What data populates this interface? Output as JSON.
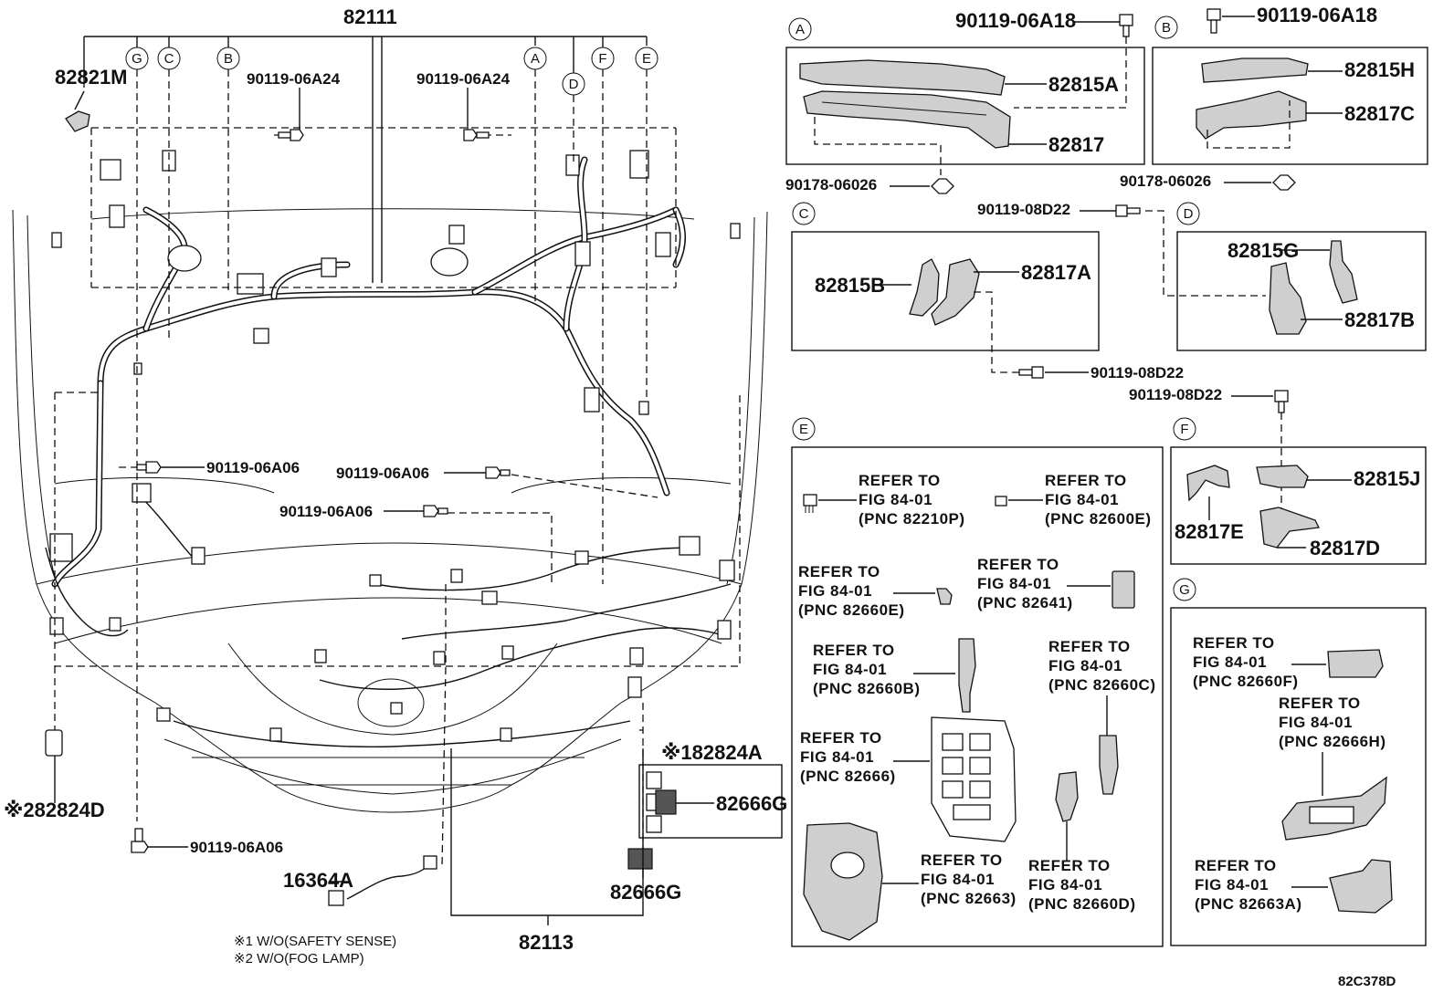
{
  "main": {
    "callouts": {
      "harness_main": "82111",
      "harness_front": "82113",
      "p82821M": "82821M",
      "p82824D": "※282824D",
      "p82824A": "※182824A",
      "p82666G_a": "82666G",
      "p82666G_b": "82666G",
      "p16364A": "16364A",
      "b_a24_left": "90119-06A24",
      "b_a24_right": "90119-06A24",
      "b_a06_1": "90119-06A06",
      "b_a06_2": "90119-06A06",
      "b_a06_3": "90119-06A06",
      "b_a06_4": "90119-06A06"
    },
    "circle_letters": [
      "G",
      "C",
      "B",
      "A",
      "D",
      "F",
      "E"
    ],
    "notes": [
      "※1 W/O(SAFETY SENSE)",
      "※2 W/O(FOG LAMP)"
    ]
  },
  "panels": {
    "A": {
      "letter": "A",
      "labels": {
        "top_bolt": "90119-06A18",
        "p1": "82815A",
        "p2": "82817",
        "clip": "90178-06026"
      }
    },
    "B": {
      "letter": "B",
      "labels": {
        "top_bolt": "90119-06A18",
        "p1": "82815H",
        "p2": "82817C",
        "clip": "90178-06026"
      }
    },
    "C": {
      "letter": "C",
      "labels": {
        "p1": "82815B",
        "p2": "82817A",
        "bolt_top": "90119-08D22",
        "bolt_bottom": "90119-08D22"
      }
    },
    "D": {
      "letter": "D",
      "labels": {
        "p1": "82815G",
        "p2": "82817B"
      }
    },
    "E": {
      "letter": "E",
      "refer_line1": "REFER TO",
      "refer_line2": "FIG 84-01",
      "refs": [
        "(PNC 82210P)",
        "(PNC 82600E)",
        "(PNC 82660E)",
        "(PNC 82641)",
        "(PNC 82660B)",
        "(PNC 82660C)",
        "(PNC 82666)",
        "(PNC 82663)",
        "(PNC 82660D)"
      ]
    },
    "F": {
      "letter": "F",
      "labels": {
        "bolt": "90119-08D22",
        "p1": "82815J",
        "p2": "82817E",
        "p3": "82817D"
      }
    },
    "G": {
      "letter": "G",
      "refs": [
        "(PNC 82660F)",
        "(PNC 82666H)",
        "(PNC 82663A)"
      ]
    }
  },
  "footer": {
    "code": "82C378D"
  }
}
